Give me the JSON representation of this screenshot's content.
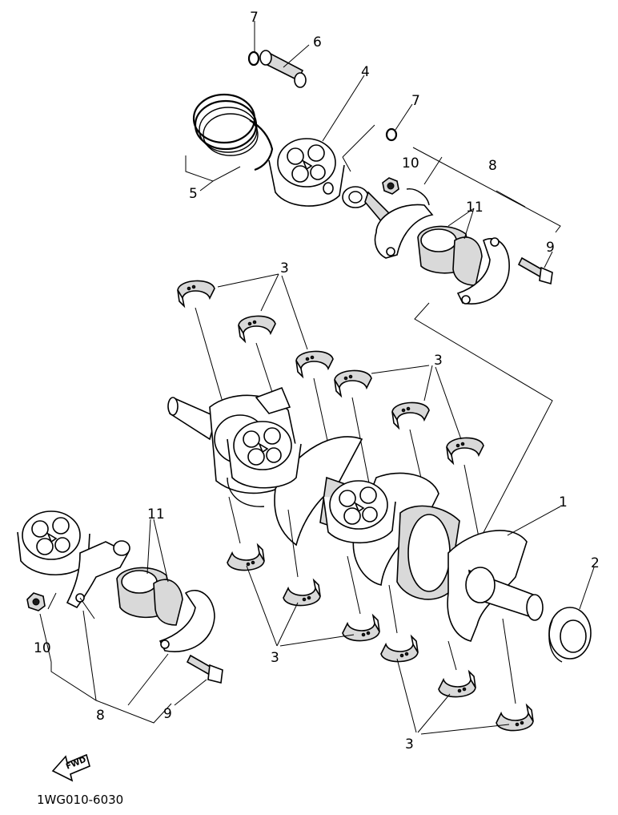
{
  "part_labels": {
    "p1": "1",
    "p2": "2",
    "p3a": "3",
    "p3b": "3",
    "p3c": "3",
    "p3d": "3",
    "p4": "4",
    "p5": "5",
    "p6": "6",
    "p7a": "7",
    "p7b": "7",
    "p8a": "8",
    "p8b": "8",
    "p9a": "9",
    "p9b": "9",
    "p10a": "10",
    "p10b": "10",
    "p11a": "11",
    "p11b": "11"
  },
  "fwd_label": "FWD",
  "diagram_code": "1WG010-6030"
}
